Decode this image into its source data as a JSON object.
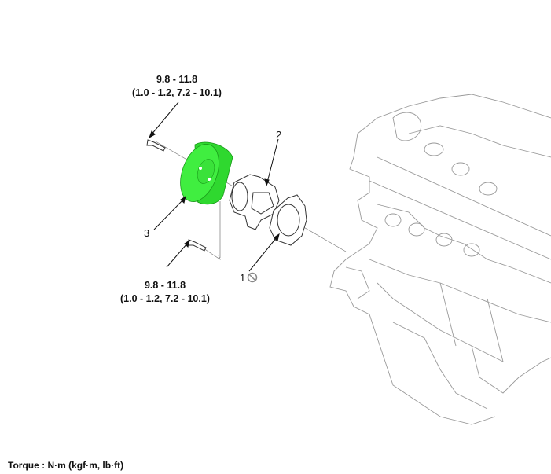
{
  "torque_top": {
    "line1": "9.8 - 11.8",
    "line2": "(1.0 - 1.2, 7.2 - 10.1)"
  },
  "torque_bottom": {
    "line1": "9.8 - 11.8",
    "line2": "(1.0 - 1.2, 7.2 - 10.1)"
  },
  "callouts": {
    "gasket": "1",
    "water_pump": "2",
    "pulley": "3"
  },
  "footer": {
    "torque_units": "Torque : N·m (kgf·m, lb·ft)"
  },
  "colors": {
    "pulley": "#33e633",
    "line": "#111111",
    "engine": "#9a9a9a"
  },
  "icons": {
    "gasket_note": "no-reuse-icon"
  }
}
